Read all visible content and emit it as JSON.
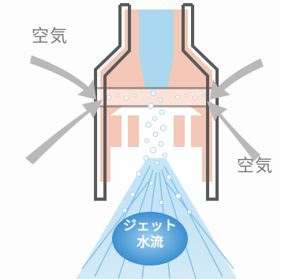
{
  "labels": {
    "air_left": "空気",
    "air_right": "空気",
    "jet_line1": "ジェット",
    "jet_line2": "水流"
  },
  "colors": {
    "housing": "#5a5a5a",
    "nozzle_fill": "#f4c7b6",
    "water": "#a9d8ee",
    "water_deep": "#3f98cf",
    "arrow": "#b9b9b9",
    "label": "#7a7a7a"
  }
}
